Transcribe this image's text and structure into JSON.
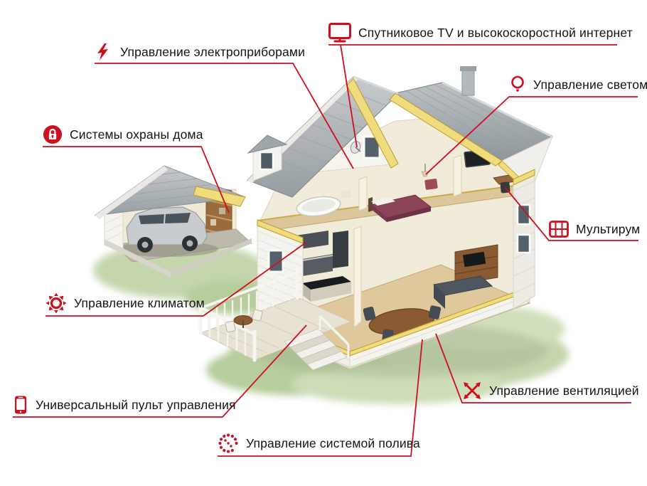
{
  "colors": {
    "accent": "#ce0f20",
    "text": "#141414",
    "background": "#ffffff"
  },
  "callouts": [
    {
      "id": "appliances",
      "label": "Управление электроприборами",
      "icon": "lightning-icon"
    },
    {
      "id": "satellite",
      "label": "Спутниковое TV и высокоскоростной интернет",
      "icon": "tv-icon"
    },
    {
      "id": "light",
      "label": "Управление светом",
      "icon": "bulb-icon"
    },
    {
      "id": "security",
      "label": "Системы охраны дома",
      "icon": "lock-icon"
    },
    {
      "id": "multiroom",
      "label": "Мультирум",
      "icon": "film-grid-icon"
    },
    {
      "id": "climate",
      "label": "Управление климатом",
      "icon": "sun-icon"
    },
    {
      "id": "ventilation",
      "label": "Управление вентиляцией",
      "icon": "crossed-arrows-icon"
    },
    {
      "id": "remote",
      "label": "Универсальный пульт управления",
      "icon": "smartphone-icon"
    },
    {
      "id": "irrigation",
      "label": "Управление системой полива",
      "icon": "sprinkler-icon"
    }
  ]
}
